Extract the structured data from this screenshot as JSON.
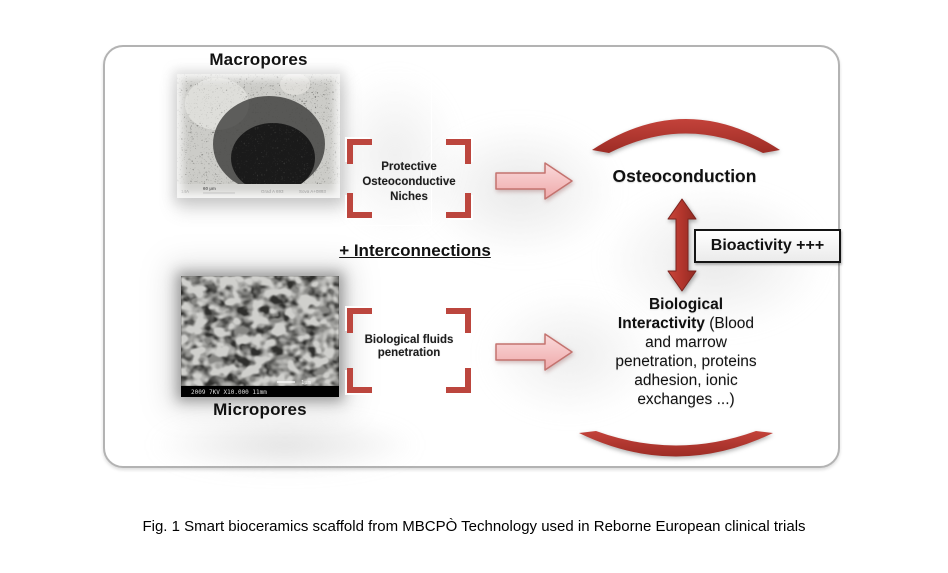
{
  "figure": {
    "macropores_label": "Macropores",
    "micropores_label": "Micropores",
    "interconnections_label": "+ Interconnections",
    "macro_niche_lines": [
      "Protective",
      "Osteoconductive",
      "Niches"
    ],
    "micro_niche_lines": [
      "Biological fluids",
      "penetration"
    ],
    "osteoconduction_label": "Osteoconduction",
    "bioactivity_label": "Bioactivity +++",
    "bio_interactivity_lines": [
      {
        "bold": "Biological",
        "text": ""
      },
      {
        "bold": "Interactivity",
        "text": " (Blood"
      },
      {
        "bold": "",
        "text": "and marrow"
      },
      {
        "bold": "",
        "text": "penetration, proteins"
      },
      {
        "bold": "",
        "text": "adhesion, ionic"
      },
      {
        "bold": "",
        "text": "exchanges ...)"
      }
    ],
    "sem_macro_footer": {
      "left": "14A",
      "scale": "60 µm",
      "grad": "Grad A  693",
      "right": "Sova A+0893"
    },
    "sem_micro_footer": {
      "info": "2009    7KV   X10.000 11mm",
      "scale": "1µm"
    }
  },
  "caption": "Fig. 1 Smart bioceramics scaffold from MBCPÒ Technology used in Reborne European clinical trials",
  "colors": {
    "accent_red": "#b5362d",
    "bracket_red": "#bc463e",
    "pink_light": "#fadadb",
    "pink_dark": "#efa9aa"
  }
}
